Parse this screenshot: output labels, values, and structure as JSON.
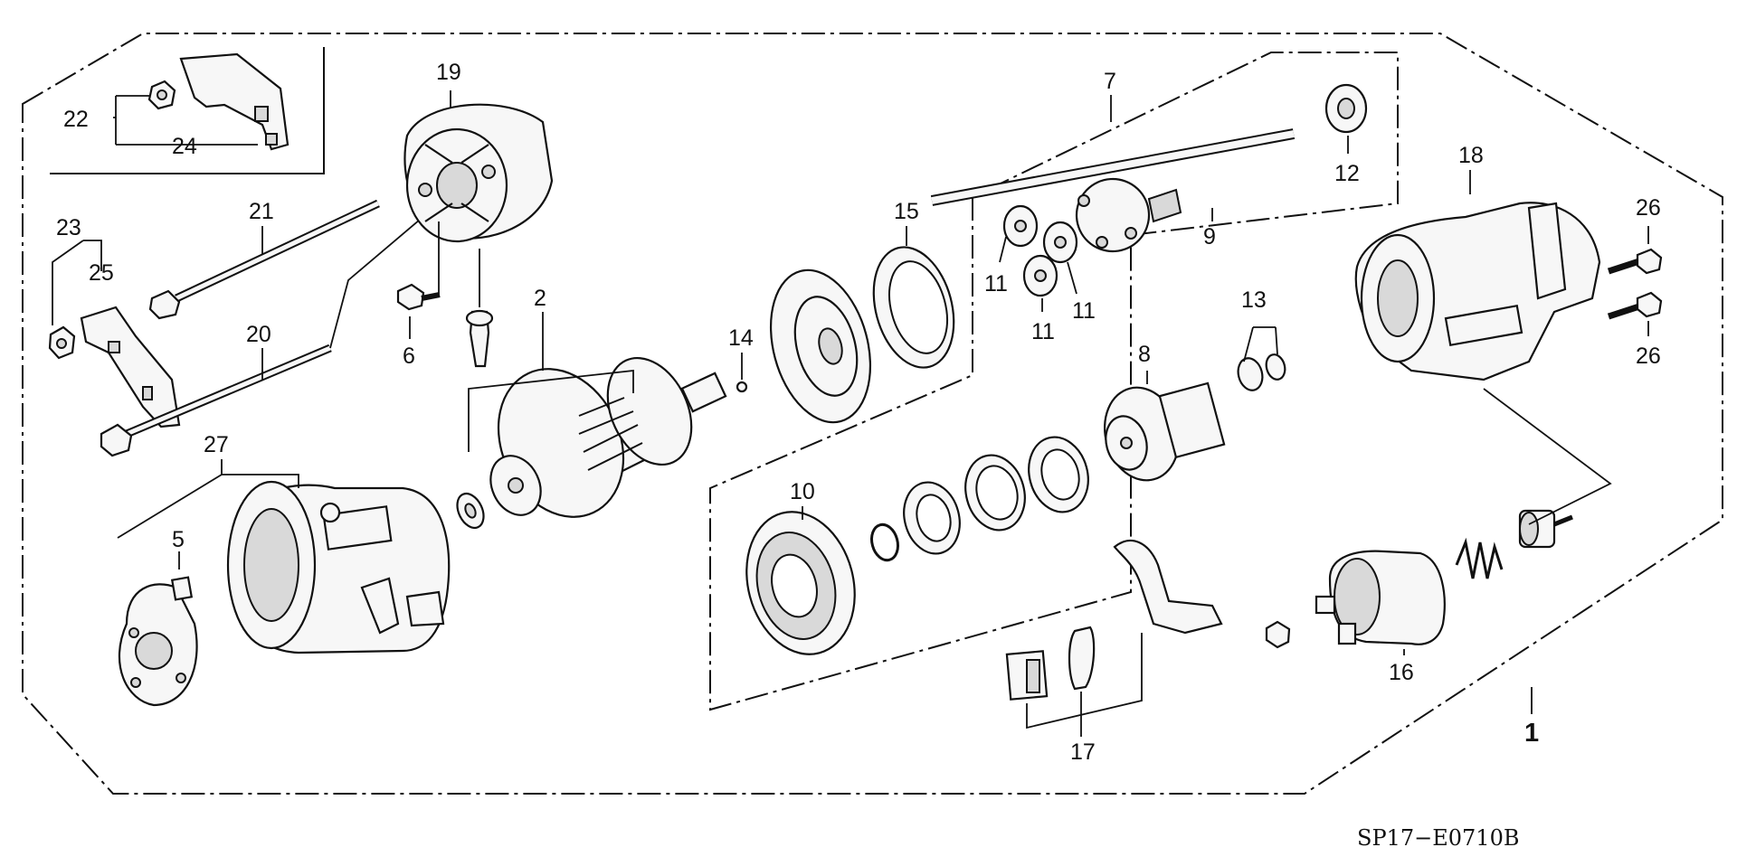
{
  "diagram": {
    "drawing_code": "SP17−E0710B",
    "callouts": {
      "c1": "1",
      "c2": "2",
      "c5": "5",
      "c6": "6",
      "c7": "7",
      "c8": "8",
      "c9": "9",
      "c10": "10",
      "c11a": "11",
      "c11b": "11",
      "c11c": "11",
      "c12": "12",
      "c13": "13",
      "c14": "14",
      "c15": "15",
      "c16": "16",
      "c17": "17",
      "c18": "18",
      "c19": "19",
      "c20": "20",
      "c21": "21",
      "c22": "22",
      "c23": "23",
      "c24": "24",
      "c25": "25",
      "c26a": "26",
      "c26b": "26",
      "c27": "27"
    }
  }
}
